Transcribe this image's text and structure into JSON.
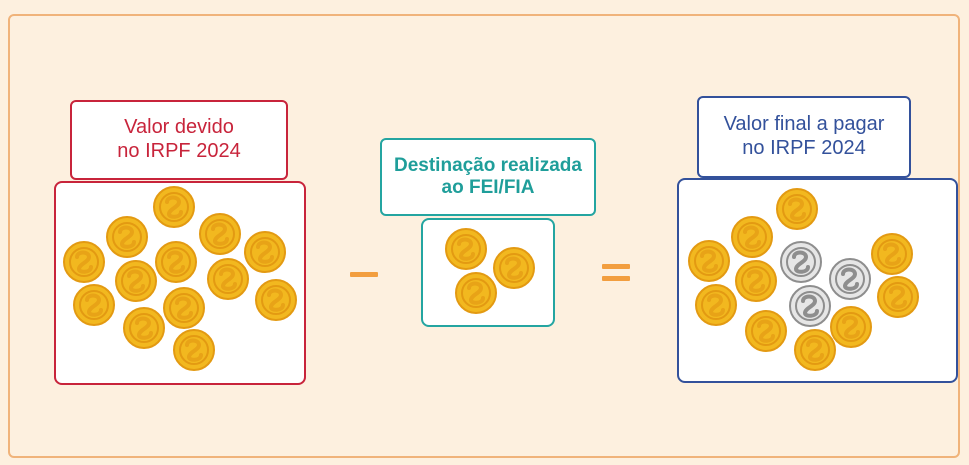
{
  "colors": {
    "background": "#fdf0df",
    "frame": "#f0b37a",
    "owed": "#c8243b",
    "donation": "#24a5a1",
    "final": "#33519b",
    "coin_gold": "#f2b81f",
    "coin_gray": "#a9a9a9",
    "operator": "#f29e3f"
  },
  "labels": {
    "owed": "Valor devido\nno IRPF 2024",
    "donation": "Destinação realizada\nao FEI/FIA",
    "final": "Valor final a pagar\nno IRPF 2024"
  },
  "operators": {
    "minus": "−",
    "equals": "="
  },
  "counts": {
    "owed_coins": 13,
    "donation_coins": 3,
    "final_gold_coins": 10,
    "final_gray_coins": 3
  },
  "icons": {
    "coin": "coin-icon",
    "coin_removed": "coin-gray-icon"
  }
}
